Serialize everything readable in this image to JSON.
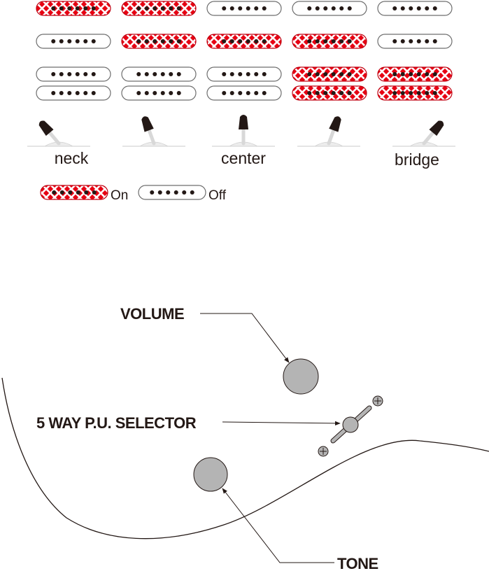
{
  "legend": {
    "on_label": "On",
    "off_label": "Off"
  },
  "positions": [
    {
      "label": "neck",
      "single_top": true,
      "single_mid": false,
      "humbucker": false
    },
    {
      "label": "",
      "single_top": true,
      "single_mid": true,
      "humbucker": false
    },
    {
      "label": "center",
      "single_top": false,
      "single_mid": true,
      "humbucker": false
    },
    {
      "label": "",
      "single_top": false,
      "single_mid": true,
      "humbucker": true
    },
    {
      "label": "bridge",
      "single_top": false,
      "single_mid": false,
      "humbucker": true
    }
  ],
  "callouts": {
    "volume": "VOLUME",
    "selector": "5 WAY P.U. SELECTOR",
    "tone": "TONE"
  },
  "colors": {
    "on": "#e60012",
    "outline": "#231815",
    "knob": "#b4b4b4"
  }
}
